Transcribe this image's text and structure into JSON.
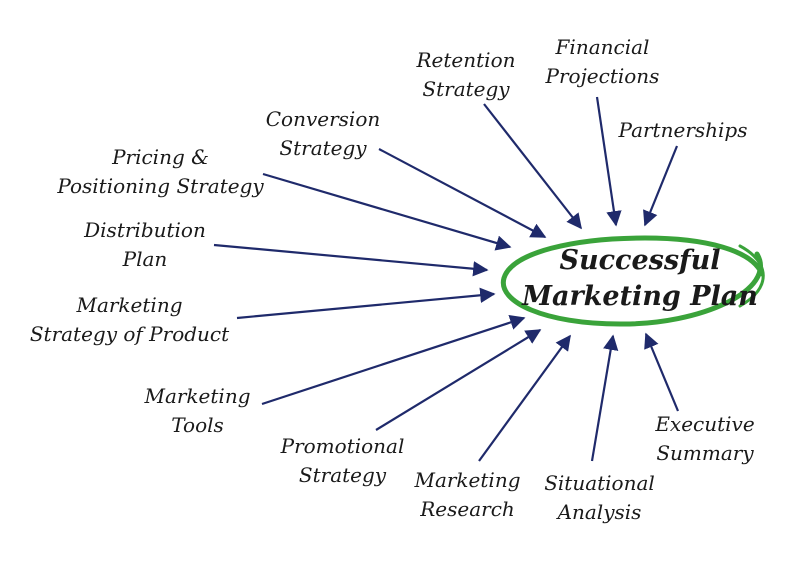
{
  "center": {
    "line1": "Successful",
    "line2": "Marketing Plan"
  },
  "colors": {
    "arrow": "#1f2a6b",
    "ellipse": "#3aa33a",
    "text": "#1a1a1a"
  },
  "nodes": [
    {
      "id": "retention",
      "lines": [
        "Retention",
        "Strategy"
      ]
    },
    {
      "id": "financial",
      "lines": [
        "Financial",
        "Projections"
      ]
    },
    {
      "id": "partnerships",
      "lines": [
        "Partnerships"
      ]
    },
    {
      "id": "conversion",
      "lines": [
        "Conversion",
        "Strategy"
      ]
    },
    {
      "id": "pricing",
      "lines": [
        "Pricing &",
        "Positioning Strategy"
      ]
    },
    {
      "id": "distribution",
      "lines": [
        "Distribution",
        "Plan"
      ]
    },
    {
      "id": "marketing-strategy",
      "lines": [
        "Marketing",
        "Strategy of Product"
      ]
    },
    {
      "id": "marketing-tools",
      "lines": [
        "Marketing",
        "Tools"
      ]
    },
    {
      "id": "promotional",
      "lines": [
        "Promotional",
        "Strategy"
      ]
    },
    {
      "id": "research",
      "lines": [
        "Marketing",
        "Research"
      ]
    },
    {
      "id": "situational",
      "lines": [
        "Situational",
        "Analysis"
      ]
    },
    {
      "id": "executive",
      "lines": [
        "Executive",
        "Summary"
      ]
    }
  ]
}
